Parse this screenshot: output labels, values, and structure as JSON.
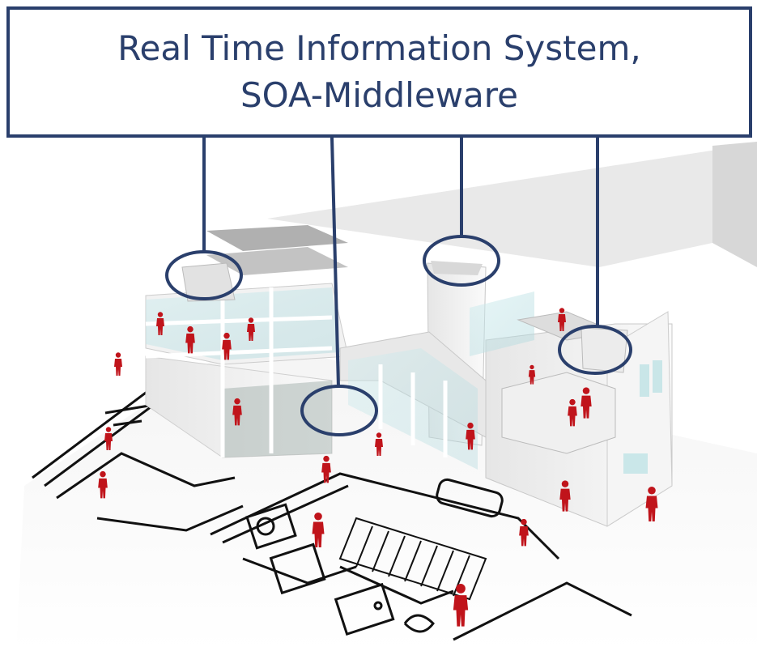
{
  "title": {
    "line1": "Real Time Information System,",
    "line2": "SOA-Middleware"
  },
  "colors": {
    "accent": "#2a3f6c",
    "people": "#c0141b",
    "blueprint_lines": "#111111",
    "glass": "#bfe3e6"
  },
  "callouts": [
    {
      "target": "west-wing-roof-unit"
    },
    {
      "target": "ground-floor-glass-facade"
    },
    {
      "target": "central-tower-top"
    },
    {
      "target": "east-wing-stair-room"
    }
  ]
}
